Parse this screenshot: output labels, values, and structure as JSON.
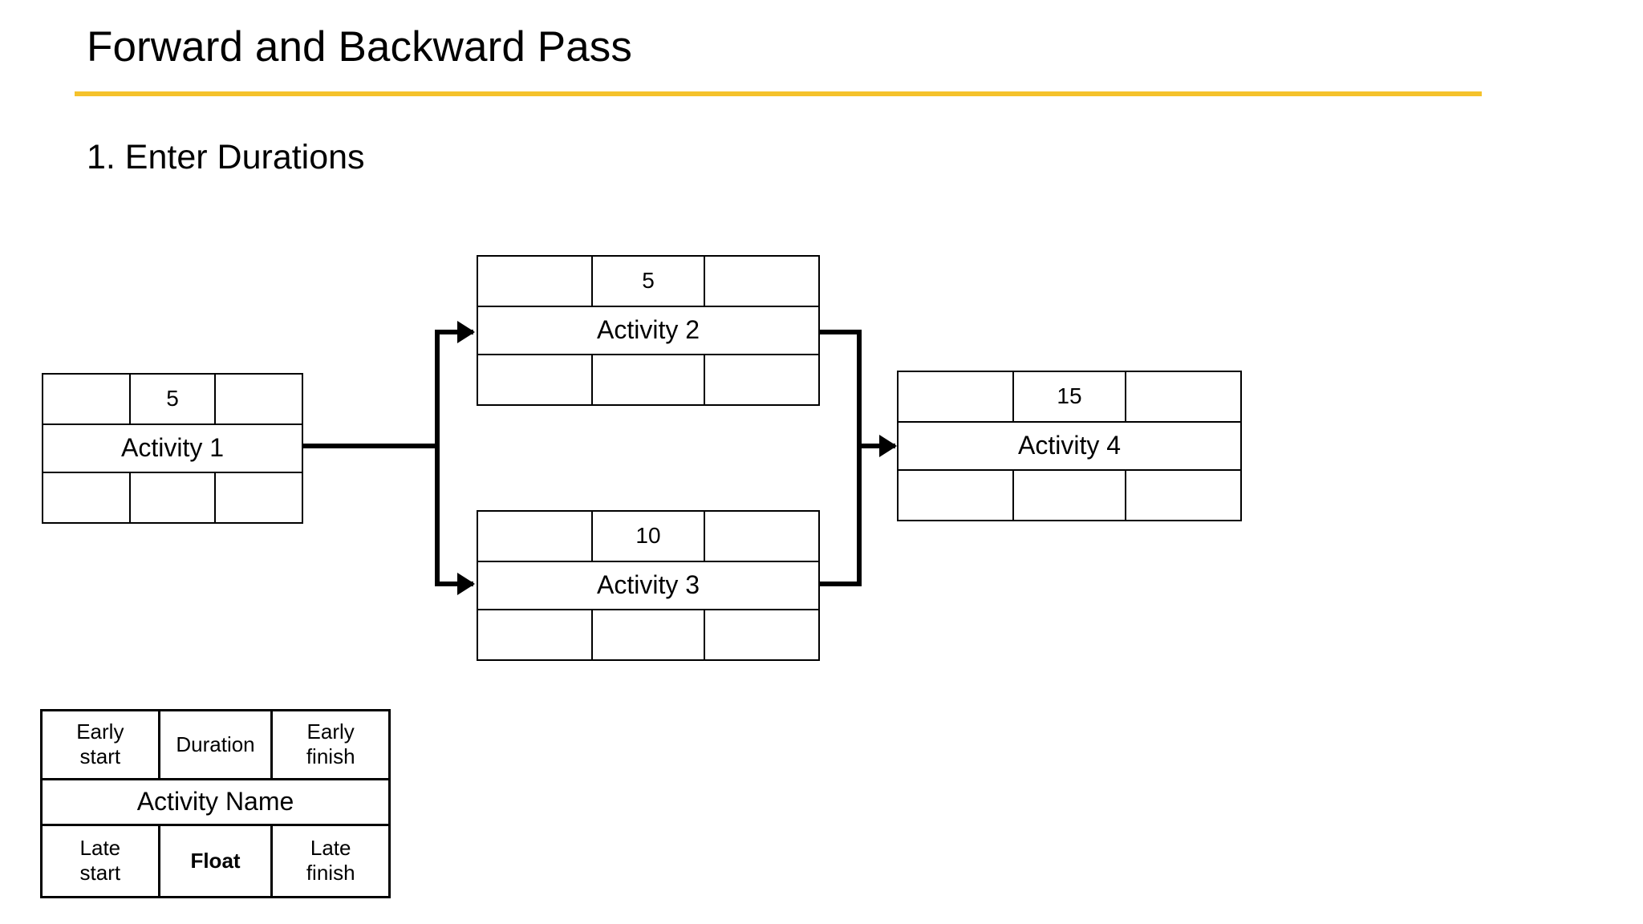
{
  "slide": {
    "title": "Forward and Backward Pass",
    "subtitle": "1. Enter Durations",
    "accent_color": "#F5C22B",
    "background_color": "#FFFFFF",
    "line_color": "#000000"
  },
  "diagram": {
    "type": "precedence-network",
    "nodes": [
      {
        "id": "activity-1",
        "name": "Activity 1",
        "early_start": "",
        "duration": "5",
        "early_finish": "",
        "late_start": "",
        "float": "",
        "late_finish": ""
      },
      {
        "id": "activity-2",
        "name": "Activity 2",
        "early_start": "",
        "duration": "5",
        "early_finish": "",
        "late_start": "",
        "float": "",
        "late_finish": ""
      },
      {
        "id": "activity-3",
        "name": "Activity 3",
        "early_start": "",
        "duration": "10",
        "early_finish": "",
        "late_start": "",
        "float": "",
        "late_finish": ""
      },
      {
        "id": "activity-4",
        "name": "Activity 4",
        "early_start": "",
        "duration": "15",
        "early_finish": "",
        "late_start": "",
        "float": "",
        "late_finish": ""
      }
    ],
    "links": [
      {
        "from": "activity-1",
        "to": "activity-2"
      },
      {
        "from": "activity-1",
        "to": "activity-3"
      },
      {
        "from": "activity-2",
        "to": "activity-4"
      },
      {
        "from": "activity-3",
        "to": "activity-4"
      }
    ]
  },
  "legend": {
    "early_start": "Early\nstart",
    "duration": "Duration",
    "early_finish": "Early\nfinish",
    "activity_name": "Activity Name",
    "late_start": "Late\nstart",
    "float": "Float",
    "late_finish": "Late\nfinish"
  }
}
